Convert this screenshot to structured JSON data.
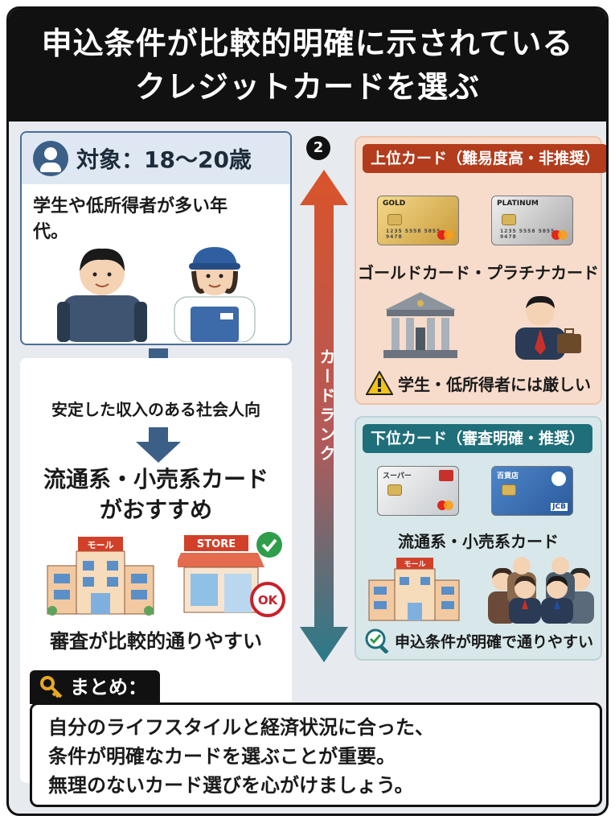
{
  "title": {
    "line1": "申込条件が比較的明確に示されている",
    "line2": "クレジットカードを選ぶ"
  },
  "left": {
    "target_heading": "対象：18〜20歳",
    "target_desc_line1": "学生や低所得者が多い年",
    "target_desc_line2": "代。",
    "flow_text": "安定した収入のある社会人向",
    "recommend_line1": "流通系・小売系カード",
    "recommend_line2": "がおすすめ",
    "mall_sign": "モール",
    "store_sign": "STORE",
    "ok_badge": "OK",
    "conclusion": "審査が比較的通りやすい"
  },
  "middle": {
    "step_number": "2",
    "axis_label": "カードランク"
  },
  "upper_panel": {
    "tag": "上位カード（難易度高・非推奨）",
    "card_gold_name": "GOLD",
    "card_platinum_name": "PLATINUM",
    "card_number": "1235 5558 5855 9478",
    "cards_caption": "ゴールドカード・プラチナカード",
    "warning": "学生・低所得者には厳しい"
  },
  "lower_panel": {
    "tag": "下位カード（審査明確・推奨）",
    "card_super_name": "スーパー",
    "card_dept_name": "百貨店",
    "card_dept_brand": "JCB",
    "cards_caption": "流通系・小売系カード",
    "mall_sign": "モール",
    "note": "申込条件が明確で通りやすい"
  },
  "summary": {
    "label": "まとめ：",
    "line1": "自分のライフスタイルと経済状況に合った、",
    "line2": "条件が明確なカードを選ぶことが重要。",
    "line3": "無理のないカード選びを心がけましょう。"
  },
  "colors": {
    "title_bg": "#111111",
    "upper_accent": "#b23c1c",
    "lower_accent": "#1f6f7a",
    "arrow_top": "#d9532a",
    "arrow_bottom": "#2a7a8a",
    "blue_flow": "#3b5f86"
  }
}
